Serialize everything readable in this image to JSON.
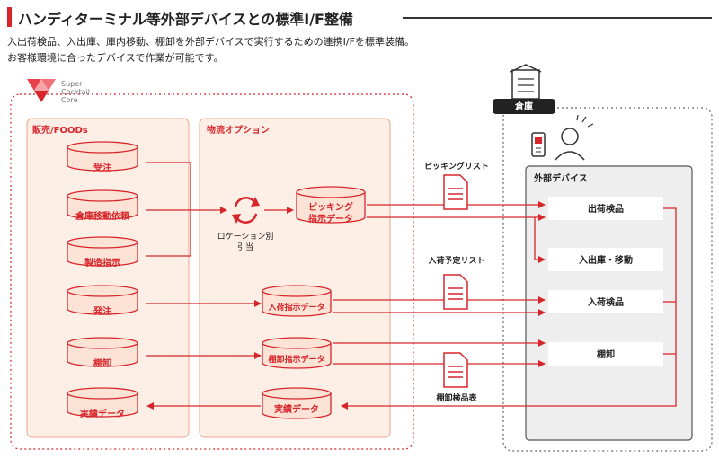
{
  "title": "ハンディターミナル等外部デバイスとの標準I/F整備",
  "description": [
    "入出荷検品、入出庫、庫内移動、棚卸を外部デバイスで実行するための連携I/Fを標準装備。",
    "お客様環境に合ったデバイスで作業が可能です。"
  ],
  "logo": {
    "lines": [
      "Super",
      "Cocktail",
      "Core"
    ]
  },
  "sections": {
    "sales": "販売/FOODs",
    "logistics": "物流オプション",
    "warehouse": "倉庫",
    "external": "外部デバイス"
  },
  "sales_nodes": [
    "受注",
    "倉庫移動依頼",
    "製造指示",
    "発注",
    "棚卸",
    "実績データ"
  ],
  "logistics_nodes": {
    "picking": [
      "ピッキング",
      "指示データ"
    ],
    "receiving": "入荷指示データ",
    "inventory": "棚卸指示データ",
    "results": "実績データ"
  },
  "location": [
    "ロケーション別",
    "引当"
  ],
  "documents": [
    "ピッキングリスト",
    "入荷予定リスト",
    "棚卸検品表"
  ],
  "device_nodes": [
    "出荷検品",
    "入出庫・移動",
    "入荷検品",
    "棚卸"
  ],
  "colors": {
    "accent": "#d7262b",
    "panel": "#fdeee6",
    "cylinder": "#fce3d6",
    "device_panel": "#eeeeee"
  },
  "icons": [
    "building-icon",
    "handheld-terminal-icon",
    "person-icon",
    "document-icon",
    "refresh-icon"
  ]
}
